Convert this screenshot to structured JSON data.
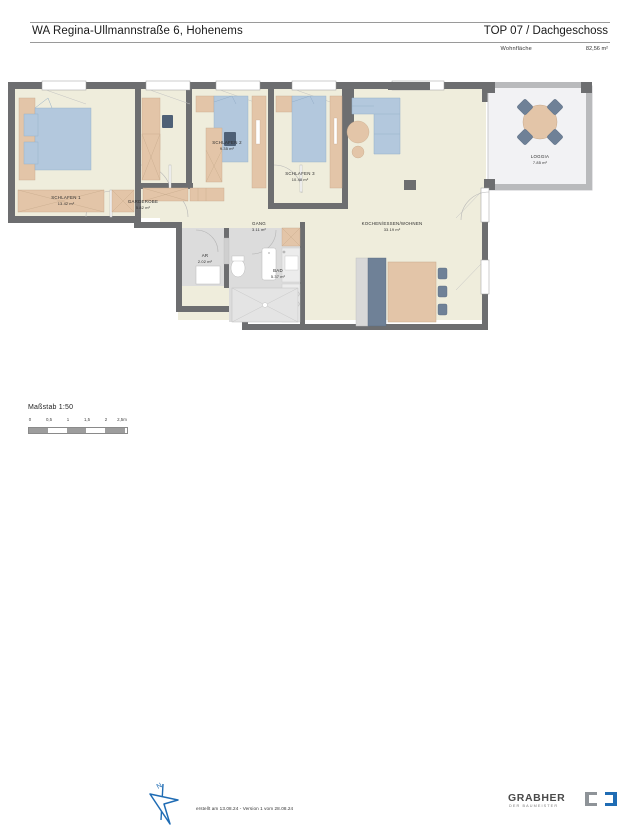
{
  "header": {
    "project_title": "WA Regina-Ullmannstraße 6, Hohenems",
    "unit_title": "TOP 07 / Dachgeschoss",
    "area_label": "Wohnfläche",
    "area_value": "82,56 m²"
  },
  "plan": {
    "rooms": [
      {
        "key": "schlafen1",
        "name": "SCHLAFEN 1",
        "area": "13.42 m²"
      },
      {
        "key": "schlafen2",
        "name": "SCHLAFEN 2",
        "area": "9.35 m²"
      },
      {
        "key": "schlafen3",
        "name": "SCHLAFEN 3",
        "area": "10.48 m²"
      },
      {
        "key": "garderobe",
        "name": "GARDEROBE",
        "area": "5.82 m²"
      },
      {
        "key": "gang",
        "name": "GANG",
        "area": "3.11 m²"
      },
      {
        "key": "ar",
        "name": "AR",
        "area": "2.02 m²"
      },
      {
        "key": "bad",
        "name": "BAD",
        "area": "5.37 m²"
      },
      {
        "key": "wohnen",
        "name": "KOCHEN/ESSEN/WOHNEN",
        "area": "33.19 m²"
      },
      {
        "key": "loggia",
        "name": "LOGGIA",
        "area": "7.85 m²"
      }
    ],
    "colors": {
      "wall": "#6d6e70",
      "wall_light": "#b9babc",
      "room_fill": "#efeddc",
      "wet_fill": "#dcdcdc",
      "loggia_fill": "#f2f2f4",
      "furniture_blue": "#b3c8dd",
      "furniture_tan": "#e3c5a8",
      "furniture_grey": "#6f8197",
      "accent_blue": "#1f6cb4"
    }
  },
  "footer": {
    "scale_title": "Maßstab  1:50",
    "scale_ticks": [
      "0",
      "0,5",
      "1",
      "1,5",
      "2",
      "2,5m"
    ],
    "north_label": "N",
    "created_text": "erstellt am 13.08.24 - Version 1 vom 28.08.24",
    "logo_name": "GRABHER",
    "logo_sub": "DER BAUMEISTER"
  }
}
